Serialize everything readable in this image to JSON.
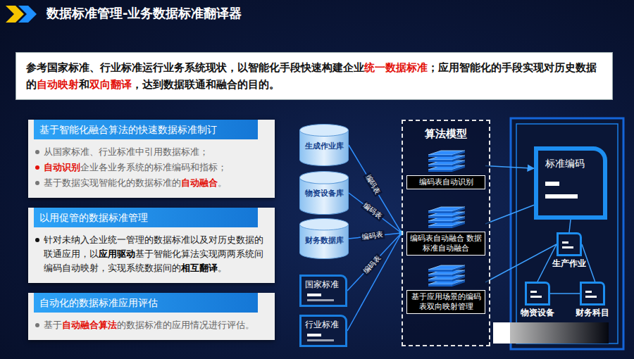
{
  "diagram": {
    "title": "数据标准管理-业务数据标准翻译器",
    "nodes": [
      {
        "text": [
          "参考国家标准、行业标准运行业务系统现状，以智能化手段快速构建企业",
          "统一数据标准",
          "；应用智能化的手段实现对历史数据的",
          "自动映射",
          "和",
          "双向翻译",
          "，达到数据联通和融合的目的。"
        ]
      },
      {
        "text": [
          "基于智能化融合算法的快速数据标准制订",
          "从国家标准、行业标准中引用数据标准；",
          "自动识别",
          "企业各业务系统的标准编码和指标；",
          "基于数据实现智能化的数据标准的",
          "自动融合",
          "。"
        ]
      },
      {
        "text": [
          "以用促管的数据标准管理",
          "针对未纳入企业统一管理的数据标准以及对历史数据的联通应用，以",
          "应用驱动",
          "基于智能化算法实现两两系统间编码自动映射，实现系统数据间的",
          "相互翻译",
          "。"
        ]
      },
      {
        "text": [
          "自动化的数据标准应用评估",
          "基于",
          "自动融合算法",
          "的数据标准的应用情况进行评估。"
        ]
      },
      {
        "text": [
          "生成作业库"
        ]
      },
      {
        "text": [
          "物资设备库"
        ]
      },
      {
        "text": [
          "财务数据库"
        ]
      },
      {
        "text": [
          "国家标准"
        ]
      },
      {
        "text": [
          "行业标准"
        ]
      },
      {
        "text": [
          "算法模型"
        ]
      },
      {
        "text": [
          "编码表自动识别"
        ],
        "in": 9
      },
      {
        "text": [
          "编码表自动融合 数据标准自动融合"
        ],
        "in": 9
      },
      {
        "text": [
          "基于应用场景的编码表双向映射管理"
        ],
        "in": 9
      },
      {
        "text": [
          "标准编码"
        ]
      },
      {
        "text": [
          "生产作业"
        ]
      },
      {
        "text": [
          "物资设备"
        ]
      },
      {
        "text": [
          "财务科目"
        ]
      }
    ],
    "edges": [
      {
        "from": 4,
        "to": 9,
        "label": "编码表",
        "arrow": "none"
      },
      {
        "from": 5,
        "to": 9,
        "label": "编码表",
        "arrow": "none"
      },
      {
        "from": 6,
        "to": 9,
        "label": "编码表",
        "arrow": "none"
      },
      {
        "from": 7,
        "to": 9,
        "label": "编码表",
        "arrow": "none"
      },
      {
        "from": 8,
        "to": 9,
        "arrow": "none"
      },
      {
        "from": 10,
        "to": 13,
        "arrow": "to"
      },
      {
        "from": 11,
        "to": 13,
        "arrow": "none"
      },
      {
        "from": 12,
        "to": 14,
        "arrow": "none"
      },
      {
        "from": 13,
        "to": 14,
        "arrow": "none"
      },
      {
        "from": 14,
        "to": 15,
        "arrow": "none"
      },
      {
        "from": 14,
        "to": 16,
        "arrow": "none"
      },
      {
        "from": 15,
        "to": 16,
        "arrow": "none"
      }
    ]
  }
}
